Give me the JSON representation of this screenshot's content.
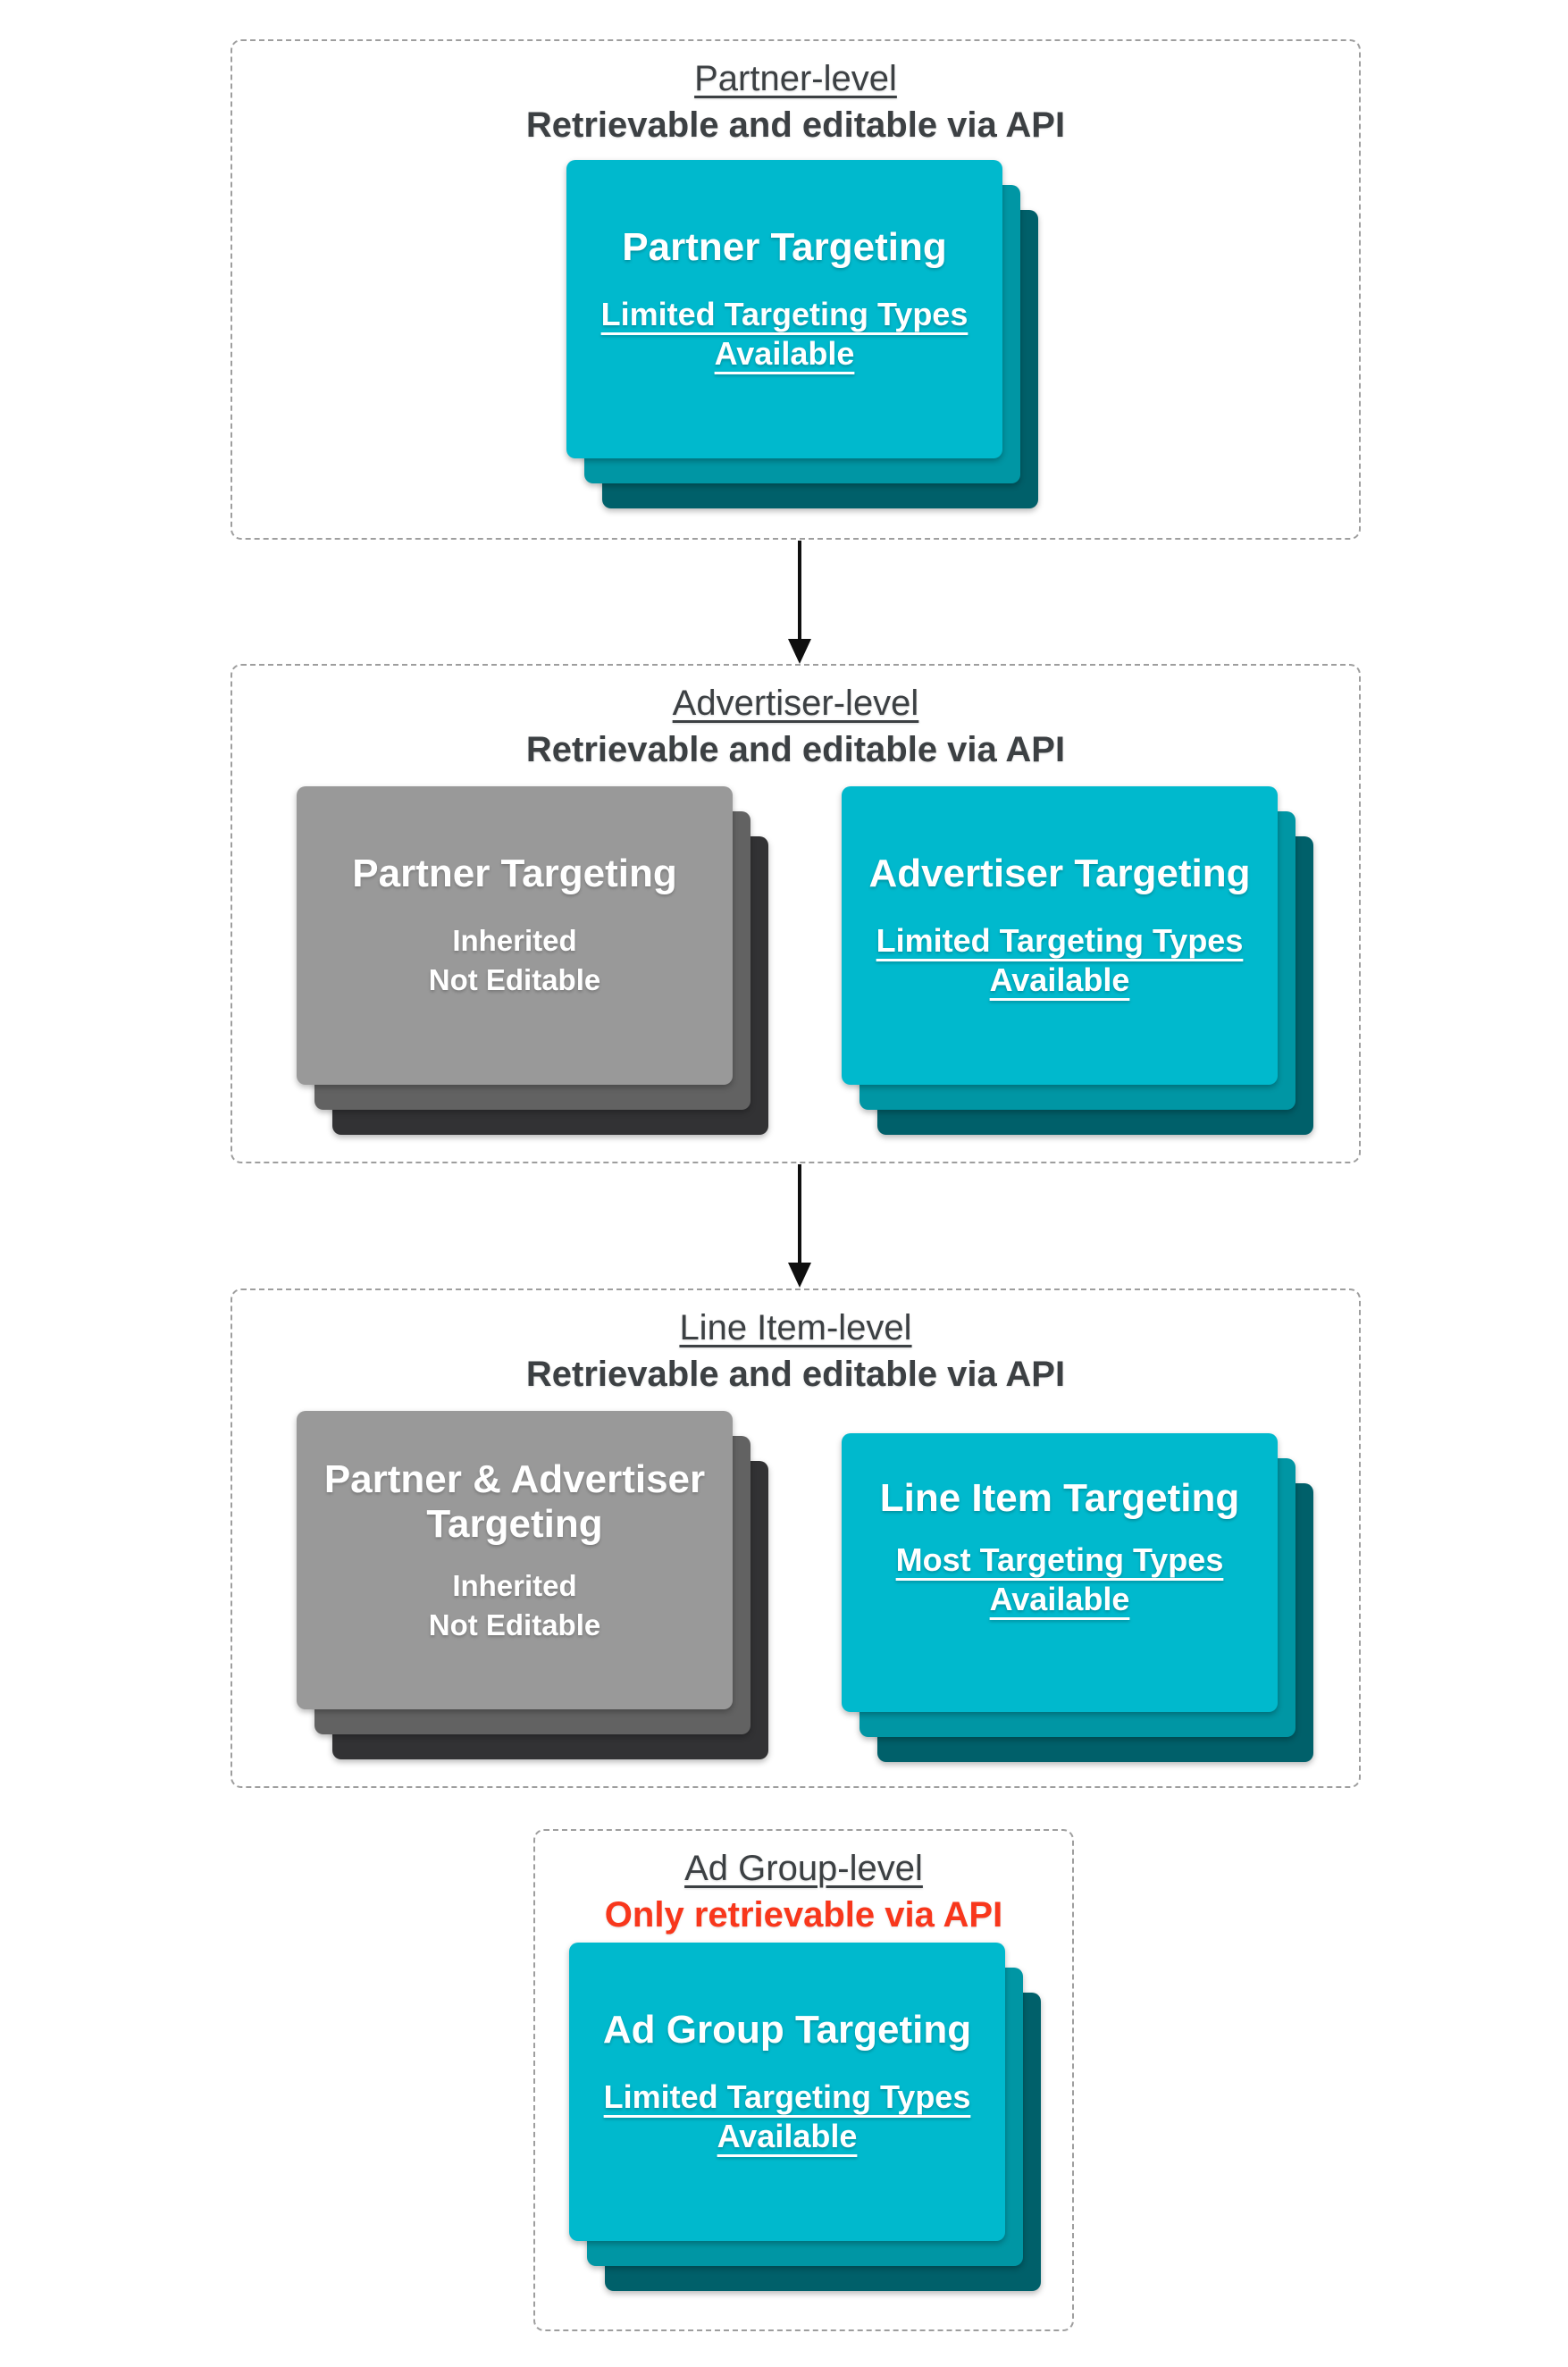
{
  "colors": {
    "teal": "#00b9cd",
    "teal_mid": "#0096a4",
    "teal_dark": "#00606a",
    "gray": "#999999",
    "gray_mid": "#626262",
    "gray_dark": "#323234",
    "heading": "#3c4043",
    "warning": "#f8371c",
    "border": "#9e9e9e",
    "arrow": "#0f0f0f"
  },
  "sections": [
    {
      "title": "Partner-level",
      "subtitle": "Retrievable and editable via API",
      "cards": [
        {
          "variant": "teal",
          "title": "Partner Targeting",
          "sub": "Limited Targeting Types\nAvailable"
        }
      ]
    },
    {
      "title": "Advertiser-level",
      "subtitle": "Retrievable and editable via API",
      "cards": [
        {
          "variant": "gray",
          "title": "Partner Targeting",
          "sub": "Inherited\nNot Editable"
        },
        {
          "variant": "teal",
          "title": "Advertiser Targeting",
          "sub": "Limited Targeting Types\nAvailable"
        }
      ]
    },
    {
      "title": "Line Item-level",
      "subtitle": "Retrievable and editable via API",
      "cards": [
        {
          "variant": "gray",
          "title": "Partner & Advertiser Targeting",
          "sub": "Inherited\nNot Editable"
        },
        {
          "variant": "teal",
          "title": "Line Item Targeting",
          "sub": "Most Targeting Types\nAvailable"
        }
      ]
    },
    {
      "title": "Ad Group-level",
      "subtitle": "Only retrievable via API",
      "cards": [
        {
          "variant": "teal",
          "title": "Ad Group Targeting",
          "sub": "Limited Targeting Types\nAvailable"
        }
      ]
    }
  ],
  "arrows": [
    {
      "from": "Partner-level",
      "to": "Advertiser-level",
      "direction": "down"
    },
    {
      "from": "Advertiser-level",
      "to": "Line Item-level",
      "direction": "down"
    }
  ]
}
